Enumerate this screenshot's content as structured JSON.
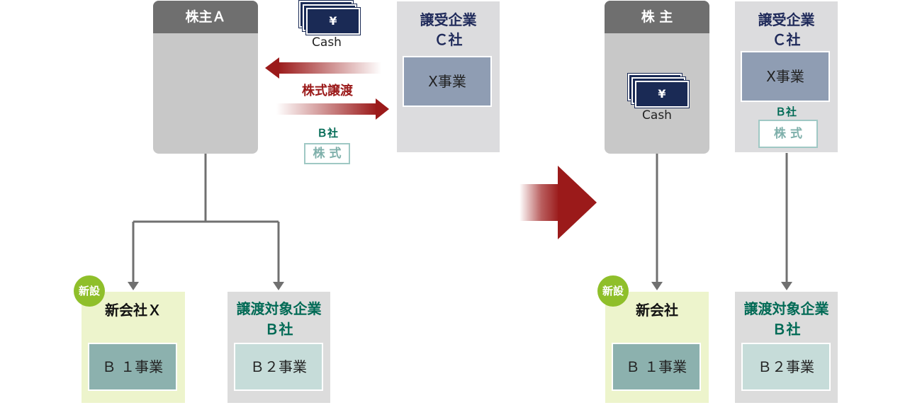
{
  "left": {
    "shareholder": {
      "title": "株主Ａ"
    },
    "cash": {
      "label": "Cash",
      "symbol": "¥"
    },
    "transfer": {
      "label": "株式譲渡"
    },
    "b_share": {
      "company": "Ｂ社",
      "stock": "株 式"
    },
    "acquirer": {
      "title": "譲受企業\nＣ社",
      "business": "X事業"
    },
    "new_company": {
      "badge": "新設",
      "title": "新会社Ｘ",
      "business": "Ｂ １事業"
    },
    "target": {
      "title": "譲渡対象企業\nＢ社",
      "business": "Ｂ２事業"
    }
  },
  "right": {
    "shareholder": {
      "title": "株 主"
    },
    "cash": {
      "label": "Cash",
      "symbol": "¥"
    },
    "acquirer": {
      "title": "譲受企業\nＣ社",
      "business": "X事業"
    },
    "b_share": {
      "company": "Ｂ社",
      "stock": "株 式"
    },
    "new_company": {
      "badge": "新設",
      "title": "新会社",
      "business": "Ｂ １事業"
    },
    "target": {
      "title": "譲渡対象企業\nＢ社",
      "business": "Ｂ２事業"
    }
  },
  "colors": {
    "accent_red": "#9b1a1a",
    "navy": "#1f2a5a",
    "green": "#006a55",
    "badge_green": "#8fbf2a"
  }
}
